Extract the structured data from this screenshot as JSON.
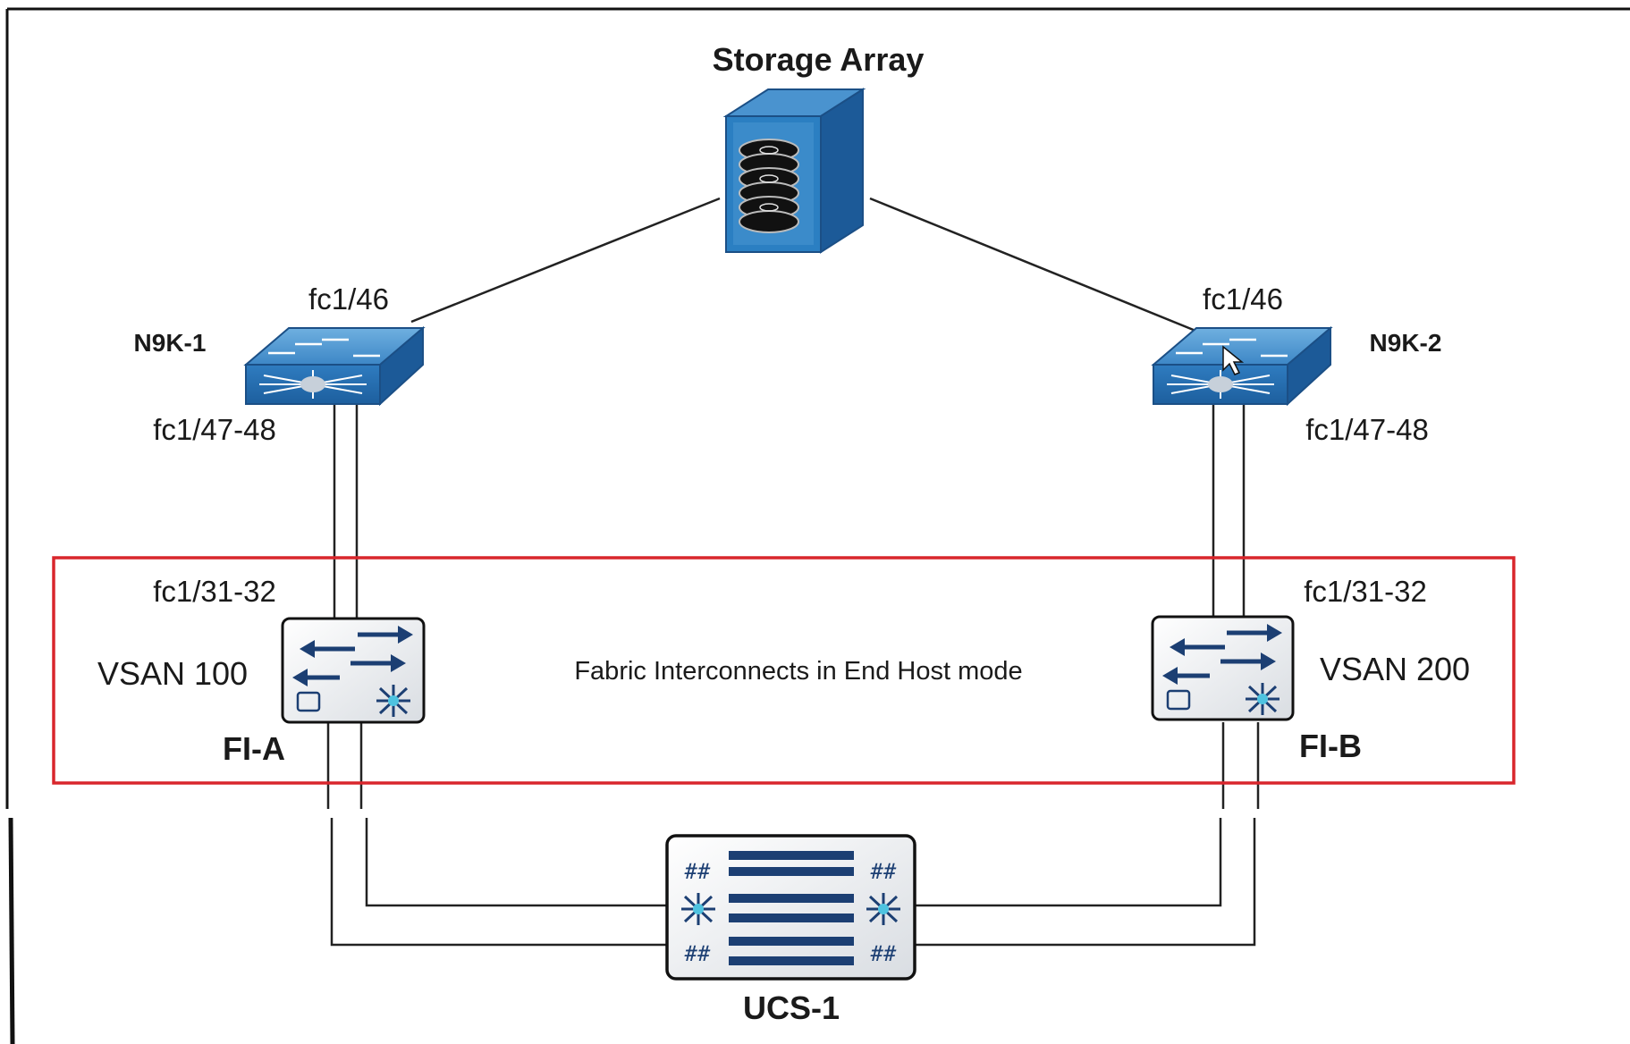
{
  "storage": {
    "title": "Storage Array",
    "icon": "storage-array-icon"
  },
  "n9k_left": {
    "name": "N9K-1",
    "uplink_port": "fc1/46",
    "downlink_ports": "fc1/47-48",
    "icon": "nexus-switch-icon"
  },
  "n9k_right": {
    "name": "N9K-2",
    "uplink_port": "fc1/46",
    "downlink_ports": "fc1/47-48",
    "icon": "nexus-switch-icon"
  },
  "fi_left": {
    "name": "FI-A",
    "vsan": "VSAN 100",
    "ports": "fc1/31-32",
    "icon": "fabric-interconnect-icon"
  },
  "fi_right": {
    "name": "FI-B",
    "vsan": "VSAN 200",
    "ports": "fc1/31-32",
    "icon": "fabric-interconnect-icon"
  },
  "fi_box": {
    "caption": "Fabric Interconnects in End Host mode",
    "border_color": "#d9262c"
  },
  "chassis": {
    "name": "UCS-1",
    "icon": "ucs-chassis-icon"
  },
  "colors": {
    "device_blue": "#2b7fc2",
    "device_dark": "#1b4f86",
    "navy": "#1c3f73",
    "line": "#222222"
  }
}
